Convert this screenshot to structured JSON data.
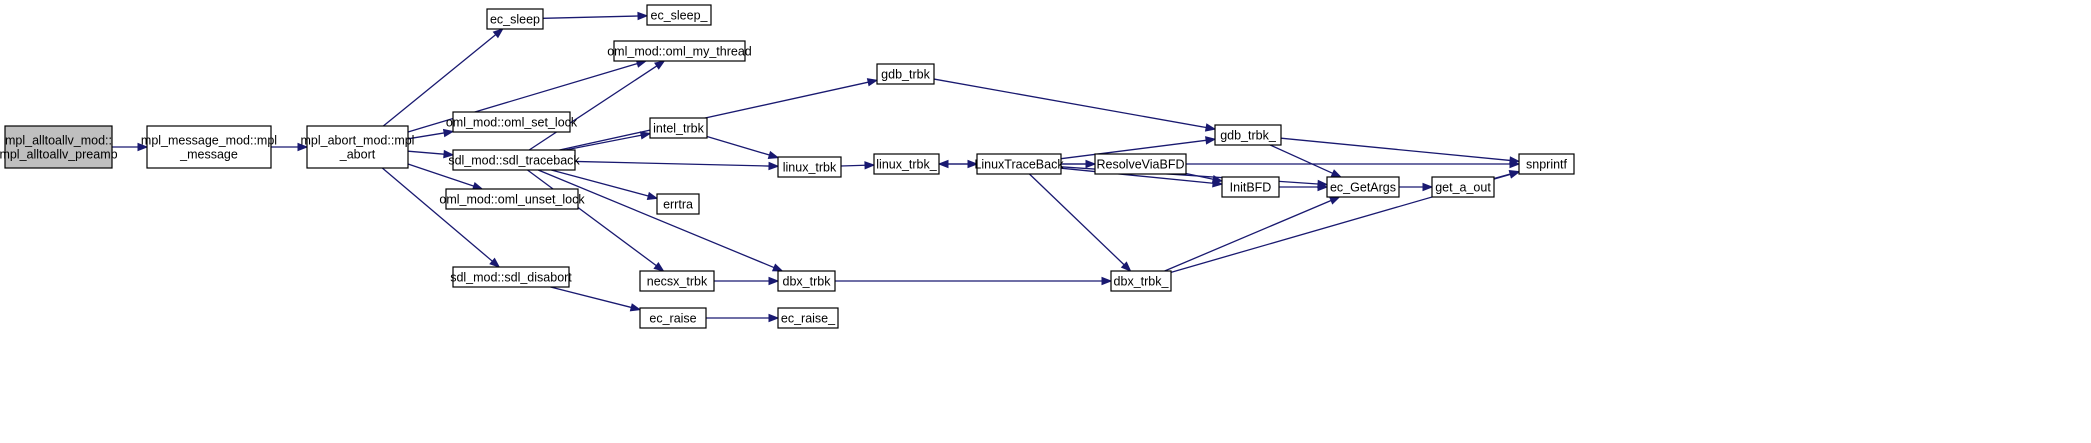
{
  "colors": {
    "edge": "#191970",
    "root_fill": "#bfbfbf",
    "node_fill": "#ffffff",
    "node_stroke": "#000000"
  },
  "nodes": [
    {
      "id": "preamb",
      "lines": [
        "mpl_alltoallv_mod::",
        "mpl_alltoallv_preamb"
      ],
      "root": true
    },
    {
      "id": "mpl_message",
      "lines": [
        "mpl_message_mod::mpl",
        "_message"
      ]
    },
    {
      "id": "mpl_abort",
      "lines": [
        "mpl_abort_mod::mpl",
        "_abort"
      ]
    },
    {
      "id": "ec_sleep",
      "lines": [
        "ec_sleep"
      ]
    },
    {
      "id": "ec_sleep_",
      "lines": [
        "ec_sleep_"
      ]
    },
    {
      "id": "oml_my_thread",
      "lines": [
        "oml_mod::oml_my_thread"
      ]
    },
    {
      "id": "oml_set_lock",
      "lines": [
        "oml_mod::oml_set_lock"
      ]
    },
    {
      "id": "sdl_traceback",
      "lines": [
        "sdl_mod::sdl_traceback"
      ]
    },
    {
      "id": "oml_unset_lock",
      "lines": [
        "oml_mod::oml_unset_lock"
      ]
    },
    {
      "id": "sdl_disabort",
      "lines": [
        "sdl_mod::sdl_disabort"
      ]
    },
    {
      "id": "gdb_trbk",
      "lines": [
        "gdb_trbk"
      ]
    },
    {
      "id": "intel_trbk",
      "lines": [
        "intel_trbk"
      ]
    },
    {
      "id": "errtra",
      "lines": [
        "errtra"
      ]
    },
    {
      "id": "necsx_trbk",
      "lines": [
        "necsx_trbk"
      ]
    },
    {
      "id": "dbx_trbk",
      "lines": [
        "dbx_trbk"
      ]
    },
    {
      "id": "ec_raise",
      "lines": [
        "ec_raise"
      ]
    },
    {
      "id": "ec_raise_",
      "lines": [
        "ec_raise_"
      ]
    },
    {
      "id": "linux_trbk",
      "lines": [
        "linux_trbk"
      ]
    },
    {
      "id": "linux_trbk_",
      "lines": [
        "linux_trbk_"
      ]
    },
    {
      "id": "LinuxTraceBack",
      "lines": [
        "LinuxTraceBack"
      ]
    },
    {
      "id": "ResolveViaBFD",
      "lines": [
        "ResolveViaBFD"
      ]
    },
    {
      "id": "gdb_trbk_",
      "lines": [
        "gdb_trbk_"
      ]
    },
    {
      "id": "InitBFD",
      "lines": [
        "InitBFD"
      ]
    },
    {
      "id": "dbx_trbk_",
      "lines": [
        "dbx_trbk_"
      ]
    },
    {
      "id": "ec_GetArgs",
      "lines": [
        "ec_GetArgs"
      ]
    },
    {
      "id": "get_a_out",
      "lines": [
        "get_a_out"
      ]
    },
    {
      "id": "snprintf",
      "lines": [
        "snprintf"
      ]
    }
  ],
  "edges": [
    [
      "preamb",
      "mpl_message"
    ],
    [
      "mpl_message",
      "mpl_abort"
    ],
    [
      "mpl_abort",
      "ec_sleep"
    ],
    [
      "mpl_abort",
      "oml_my_thread"
    ],
    [
      "mpl_abort",
      "oml_set_lock"
    ],
    [
      "mpl_abort",
      "sdl_traceback"
    ],
    [
      "mpl_abort",
      "oml_unset_lock"
    ],
    [
      "mpl_abort",
      "sdl_disabort"
    ],
    [
      "ec_sleep",
      "ec_sleep_"
    ],
    [
      "sdl_traceback",
      "oml_my_thread"
    ],
    [
      "sdl_traceback",
      "gdb_trbk"
    ],
    [
      "sdl_traceback",
      "intel_trbk"
    ],
    [
      "sdl_traceback",
      "linux_trbk"
    ],
    [
      "sdl_traceback",
      "errtra"
    ],
    [
      "sdl_traceback",
      "necsx_trbk"
    ],
    [
      "sdl_traceback",
      "dbx_trbk"
    ],
    [
      "sdl_disabort",
      "ec_raise"
    ],
    [
      "ec_raise",
      "ec_raise_"
    ],
    [
      "necsx_trbk",
      "dbx_trbk"
    ],
    [
      "intel_trbk",
      "linux_trbk"
    ],
    [
      "gdb_trbk",
      "gdb_trbk_"
    ],
    [
      "linux_trbk",
      "linux_trbk_"
    ],
    [
      "linux_trbk_",
      "LinuxTraceBack"
    ],
    [
      "LinuxTraceBack",
      "linux_trbk_"
    ],
    [
      "LinuxTraceBack",
      "gdb_trbk_"
    ],
    [
      "LinuxTraceBack",
      "ResolveViaBFD"
    ],
    [
      "LinuxTraceBack",
      "InitBFD"
    ],
    [
      "LinuxTraceBack",
      "ec_GetArgs"
    ],
    [
      "LinuxTraceBack",
      "dbx_trbk_"
    ],
    [
      "LinuxTraceBack",
      "snprintf"
    ],
    [
      "ResolveViaBFD",
      "InitBFD"
    ],
    [
      "dbx_trbk",
      "dbx_trbk_"
    ],
    [
      "gdb_trbk_",
      "ec_GetArgs"
    ],
    [
      "gdb_trbk_",
      "snprintf"
    ],
    [
      "InitBFD",
      "ec_GetArgs"
    ],
    [
      "dbx_trbk_",
      "ec_GetArgs"
    ],
    [
      "dbx_trbk_",
      "snprintf"
    ],
    [
      "ec_GetArgs",
      "get_a_out"
    ],
    [
      "get_a_out",
      "snprintf"
    ]
  ]
}
